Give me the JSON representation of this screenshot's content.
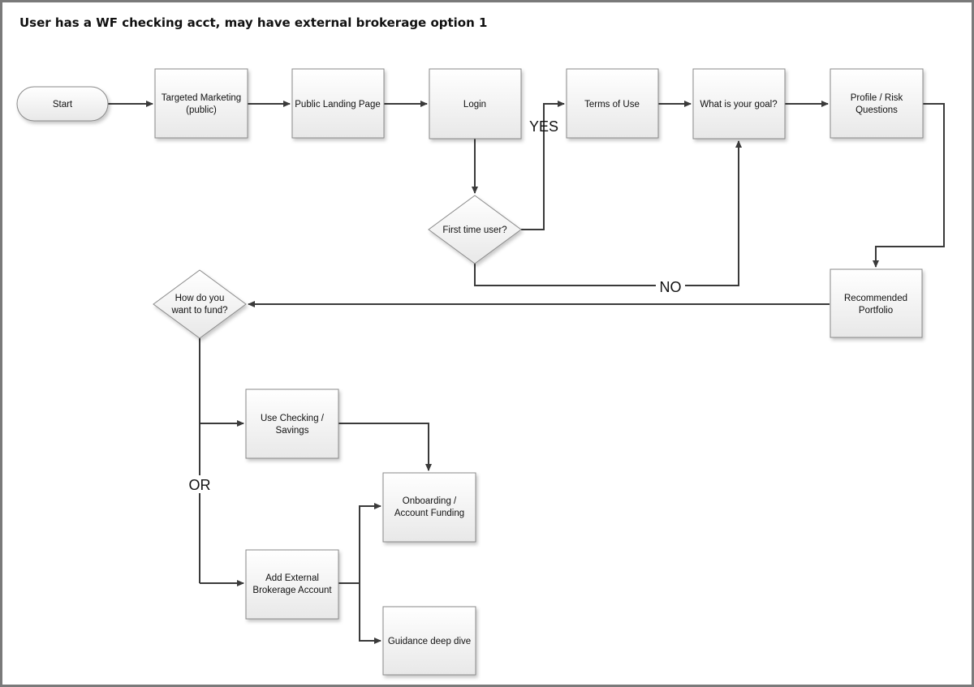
{
  "title": "User has a WF checking acct, may have external brokerage option 1",
  "nodes": {
    "start": "Start",
    "targeted_marketing": [
      "Targeted Marketing",
      "(public)"
    ],
    "public_landing": "Public Landing Page",
    "login": "Login",
    "terms": "Terms of Use",
    "goal": "What is your goal?",
    "profile": [
      "Profile / Risk",
      "Questions"
    ],
    "first_time": "First time user?",
    "recommended": [
      "Recommended",
      "Portfolio"
    ],
    "fund": [
      "How do you",
      "want to fund?"
    ],
    "checking": [
      "Use Checking /",
      "Savings"
    ],
    "onboarding": [
      "Onboarding /",
      "Account Funding"
    ],
    "external": [
      "Add External",
      "Brokerage Account"
    ],
    "guidance": "Guidance deep dive"
  },
  "labels": {
    "yes": "YES",
    "no": "NO",
    "or": "OR"
  }
}
